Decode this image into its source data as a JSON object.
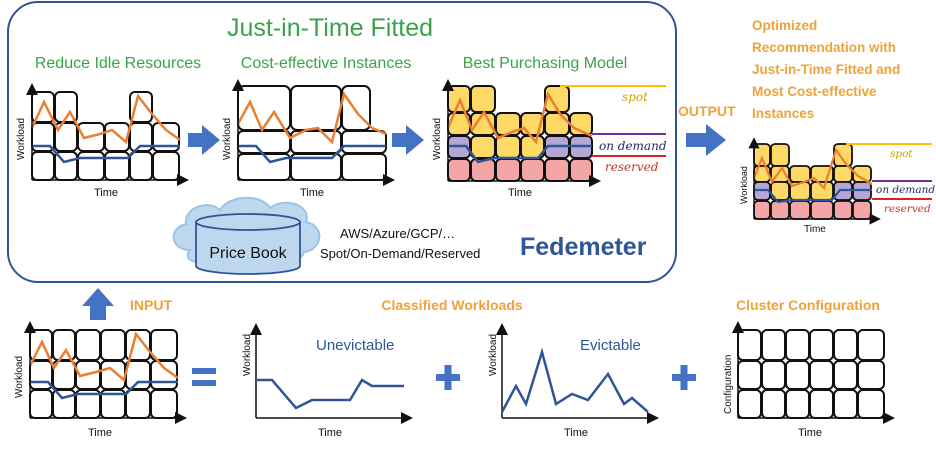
{
  "header": {
    "title": "Just-in-Time Fitted",
    "brand": "Fedemeter"
  },
  "stages": [
    {
      "label": "Reduce Idle Resources"
    },
    {
      "label": "Cost-effective Instances"
    },
    {
      "label": "Best Purchasing Model"
    }
  ],
  "axes": {
    "workload": "Workload",
    "time": "Time",
    "configuration": "Configuration"
  },
  "purchasing_models": {
    "spot": "spot",
    "on_demand": "on demand",
    "reserved": "reserved"
  },
  "price_book": {
    "label": "Price Book",
    "line1": "AWS/Azure/GCP/…",
    "line2": "Spot/On-Demand/Reserved"
  },
  "output": {
    "label": "OUTPUT",
    "lines": [
      "Optimized",
      "Recommendation with",
      "Just-in-Time Fitted and",
      "Most Cost-effective",
      "Instances"
    ]
  },
  "input": {
    "label": "INPUT"
  },
  "bottom": {
    "classified_title": "Classified Workloads",
    "unevictable": "Unevictable",
    "evictable": "Evictable",
    "cluster_title": "Cluster Configuration"
  },
  "colors": {
    "green": "#3aa34a",
    "orange": "#f0a23a",
    "blue": "#2f5597",
    "arrow": "#4472c4",
    "spot": "#ffd966",
    "on_demand": "#b4a7d6",
    "reserved": "#f4a6a6"
  }
}
